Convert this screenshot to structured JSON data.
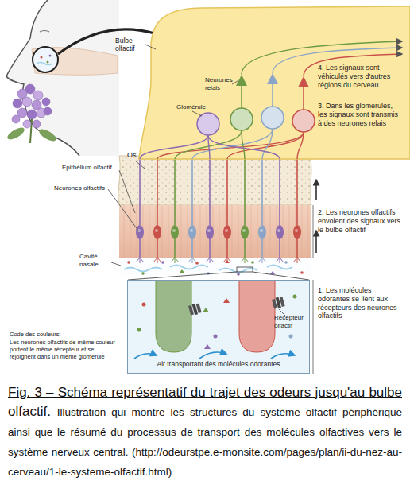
{
  "diagram": {
    "title": "Fig. 3 – Schéma représentatif du trajet des odeurs jusqu'au bulbe olfactif.",
    "caption": "Illustration qui montre les structures du système olfactif périphérique ainsi que le résumé du processus de transport des molécules olfactives vers le système nerveux central. (http://odeurstpe.e-monsite.com/pages/plan/ii-du-nez-au-cerveau/1-le-systeme-olfactif.html)",
    "nodes": [
      {
        "text": [
          "Bulbe olfactif",
          "Neurones relais",
          "Glomérule",
          "4. Les signaux sont véhiculés vers d'autres régions du cerveau",
          "3. Dans les glomérules, les signaux sont transmis à des neurones relais"
        ]
      },
      {
        "text": [
          "Récepteur olfactif",
          "Air transportant des molécules odorantes"
        ]
      }
    ],
    "labels": [
      "Os",
      "Epithélium olfactif",
      "Neurones olfactifs",
      "Cavité nasale",
      "2. Les neurones olfactifs envoient des signaux vers le bulbe olfactif",
      "1. Les molécules odorantes se lient aux récepteurs des neurones olfactifs",
      "Code des couleurs:",
      "Les neurones olfactifs de même couleur portent le même récepteur et se rejoignent dans un même glomérule"
    ]
  }
}
